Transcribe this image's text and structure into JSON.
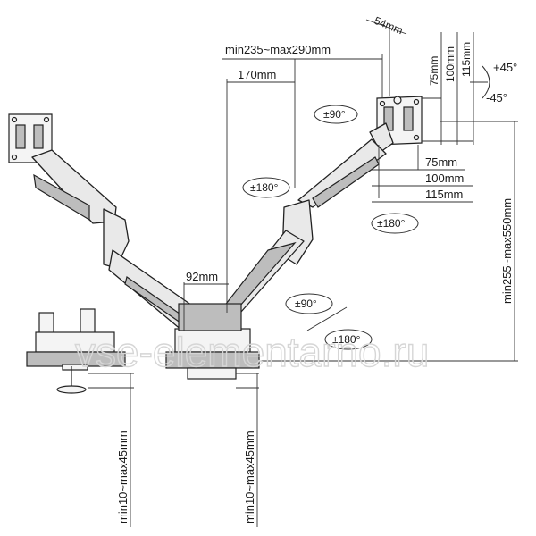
{
  "dimensions": {
    "d54": "54mm",
    "reach_range": "min235~max290mm",
    "d170": "170mm",
    "vesa_v75": "75mm",
    "vesa_v100": "100mm",
    "vesa_v115": "115mm",
    "tilt_up": "+45°",
    "tilt_down": "-45°",
    "vesa_h75": "75mm",
    "vesa_h100": "100mm",
    "vesa_h115": "115mm",
    "height_range": "min255~max550mm",
    "d92": "92mm",
    "clamp_left": "min10~max45mm",
    "clamp_right": "min10~max45mm"
  },
  "rotations": {
    "swivel_head": "±90°",
    "rotate_left_arm": "±180°",
    "rotate_right_joint": "±180°",
    "swivel_base": "±90°",
    "rotate_base": "±180°"
  },
  "watermark": "vse-elementarno.ru"
}
